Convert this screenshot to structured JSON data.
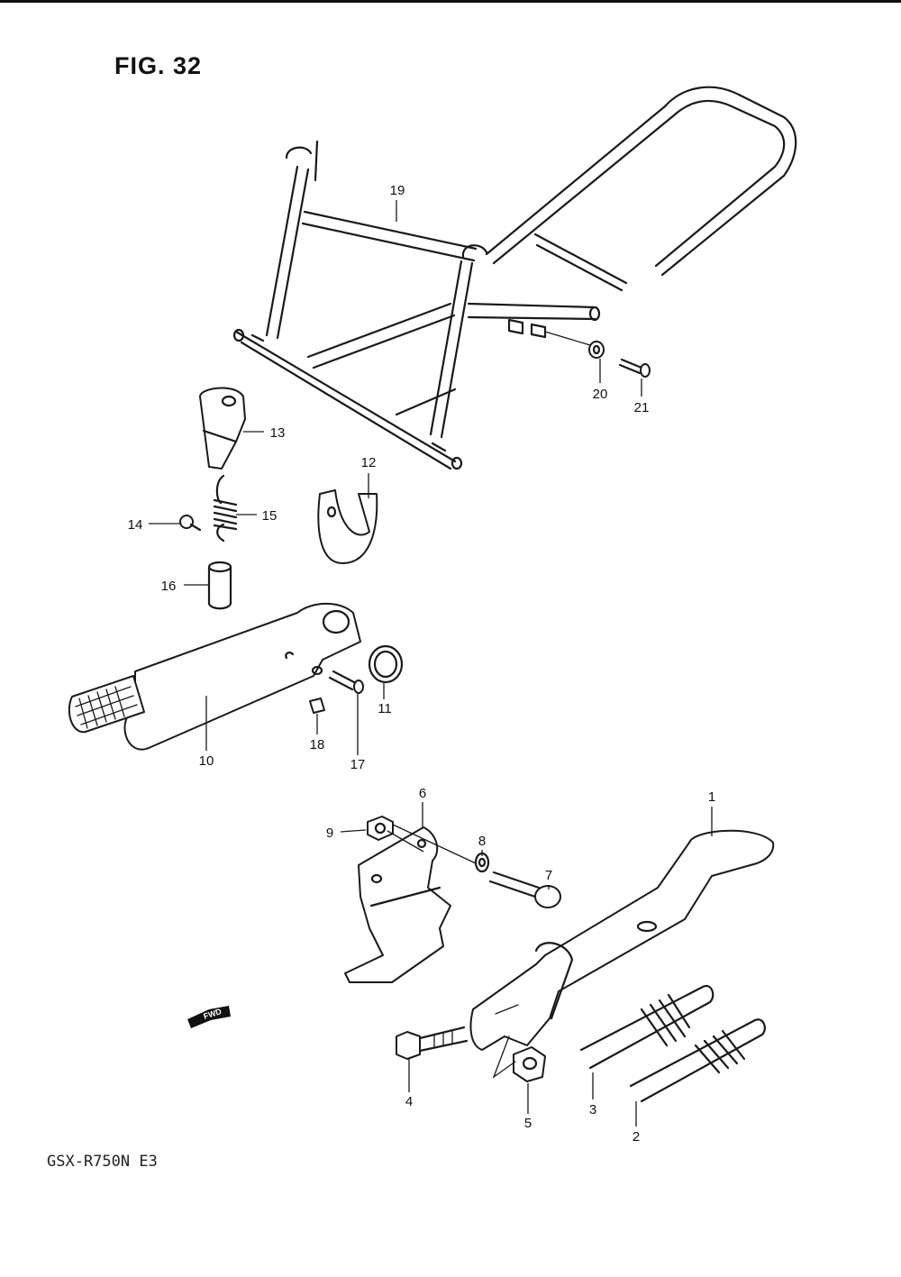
{
  "figure": {
    "title": "FIG. 32",
    "model": "GSX-R750N E3"
  },
  "fwd_badge": "FWD",
  "callouts": [
    "1",
    "2",
    "3",
    "4",
    "5",
    "6",
    "7",
    "8",
    "9",
    "10",
    "11",
    "12",
    "13",
    "14",
    "15",
    "16",
    "17",
    "18",
    "19",
    "20",
    "21"
  ]
}
